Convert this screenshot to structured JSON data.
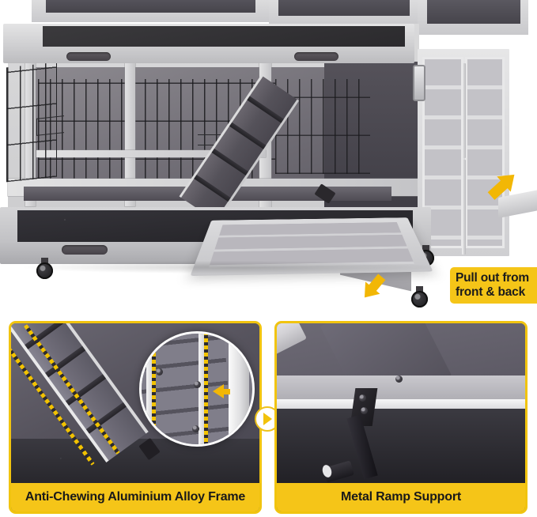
{
  "page": {
    "type": "product-feature-infographic",
    "subject": "rabbit hutch with pull-out trays and ramp",
    "background_color": "#ffffff"
  },
  "colors": {
    "badge_yellow": "#F5C518",
    "arrow_yellow": "#F2B705",
    "panel_border_yellow": "#F1C40F",
    "wood_gray": "#cdcdcf",
    "felt_dark": "#2b2a2d",
    "text_dark": "#191919"
  },
  "hero": {
    "name": "main-product-photo",
    "callout": {
      "line1": "Pull out from",
      "line2": "front & back"
    },
    "arrows": [
      {
        "name": "rear-pull-out-arrow",
        "direction": "up-right"
      },
      {
        "name": "front-pull-out-arrow",
        "direction": "down-left"
      }
    ],
    "parts": [
      "top-pull-out-tray",
      "wire-mesh-cage",
      "open-wire-door",
      "ramp",
      "bottom-pull-out-tray",
      "slatted-pull-out-tray",
      "right-cabinet-doors",
      "caster-wheels"
    ]
  },
  "detail_panels": [
    {
      "name": "anti-chewing-frame-panel",
      "caption": "Anti-Chewing Aluminium Alloy Frame",
      "has_magnifier_inset": true,
      "inset_arrow_direction": "left"
    },
    {
      "name": "metal-ramp-support-panel",
      "caption": "Metal Ramp Support",
      "has_magnifier_inset": false
    }
  ],
  "connector": {
    "name": "chevron-right-icon",
    "glyph": "›"
  }
}
